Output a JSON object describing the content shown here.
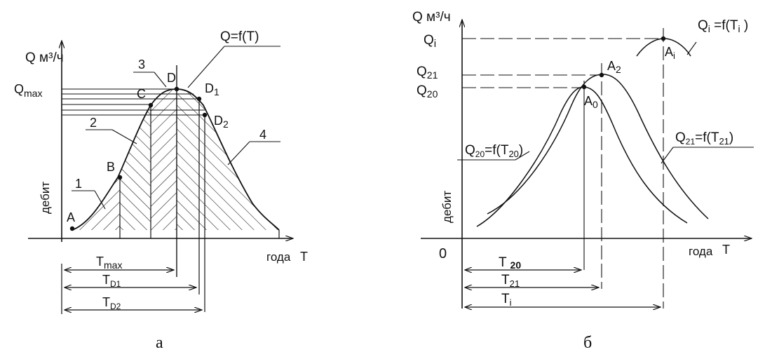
{
  "colors": {
    "ink": "#111111",
    "background": "#ffffff"
  },
  "left_figure": {
    "caption": "а",
    "y_axis_label": "Q м³/ч",
    "y_axis_side_label": "дебит",
    "x_axis_label": "года",
    "x_axis_symbol": "T",
    "curve_label": "Q=f(T)",
    "y_tick_qmax": {
      "base": "Q",
      "sub": "max"
    },
    "points": [
      "A",
      "B",
      "C",
      "D",
      "D1",
      "D2"
    ],
    "zones": [
      "1",
      "2",
      "3",
      "4"
    ],
    "intervals": [
      {
        "base": "T",
        "sub": "max"
      },
      {
        "base": "T",
        "sub": "D1"
      },
      {
        "base": "T",
        "sub": "D2"
      }
    ]
  },
  "right_figure": {
    "caption": "б",
    "y_axis_label": "Q м³/ч",
    "y_axis_side_label": "дебит",
    "x_axis_label": "года",
    "x_axis_symbol": "T",
    "origin_label": "0",
    "y_ticks": [
      "Qi",
      "Q21",
      "Q20"
    ],
    "points": [
      "A0",
      "A2",
      "Ai"
    ],
    "curve_labels": [
      "Qi =f(Ti )",
      "Q20=f(T20)",
      "Q21=f(T21)"
    ],
    "intervals": [
      "T20",
      "T21",
      "Ti"
    ]
  }
}
